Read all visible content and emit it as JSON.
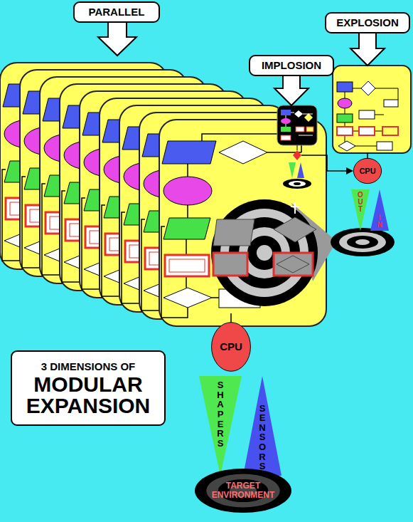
{
  "diagram": {
    "nodes": [
      {
        "text": [
          "PARALLEL"
        ]
      },
      {
        "text": [
          "IMPLOSION"
        ]
      },
      {
        "text": [
          "EXPLOSION"
        ]
      },
      {
        "text": [
          "3 DIMENSIONS OF",
          "MODULAR EXPANSION"
        ]
      },
      {
        "text": [
          "CPU"
        ]
      },
      {
        "text": [
          "OUT"
        ]
      },
      {
        "text": [
          "IN"
        ]
      },
      {
        "text": [
          "CPU"
        ]
      },
      {
        "text": [
          "SHAPERS"
        ]
      },
      {
        "text": [
          "SENSORS"
        ]
      },
      {
        "text": [
          "TARGET ENVIRONMENT"
        ]
      }
    ]
  }
}
